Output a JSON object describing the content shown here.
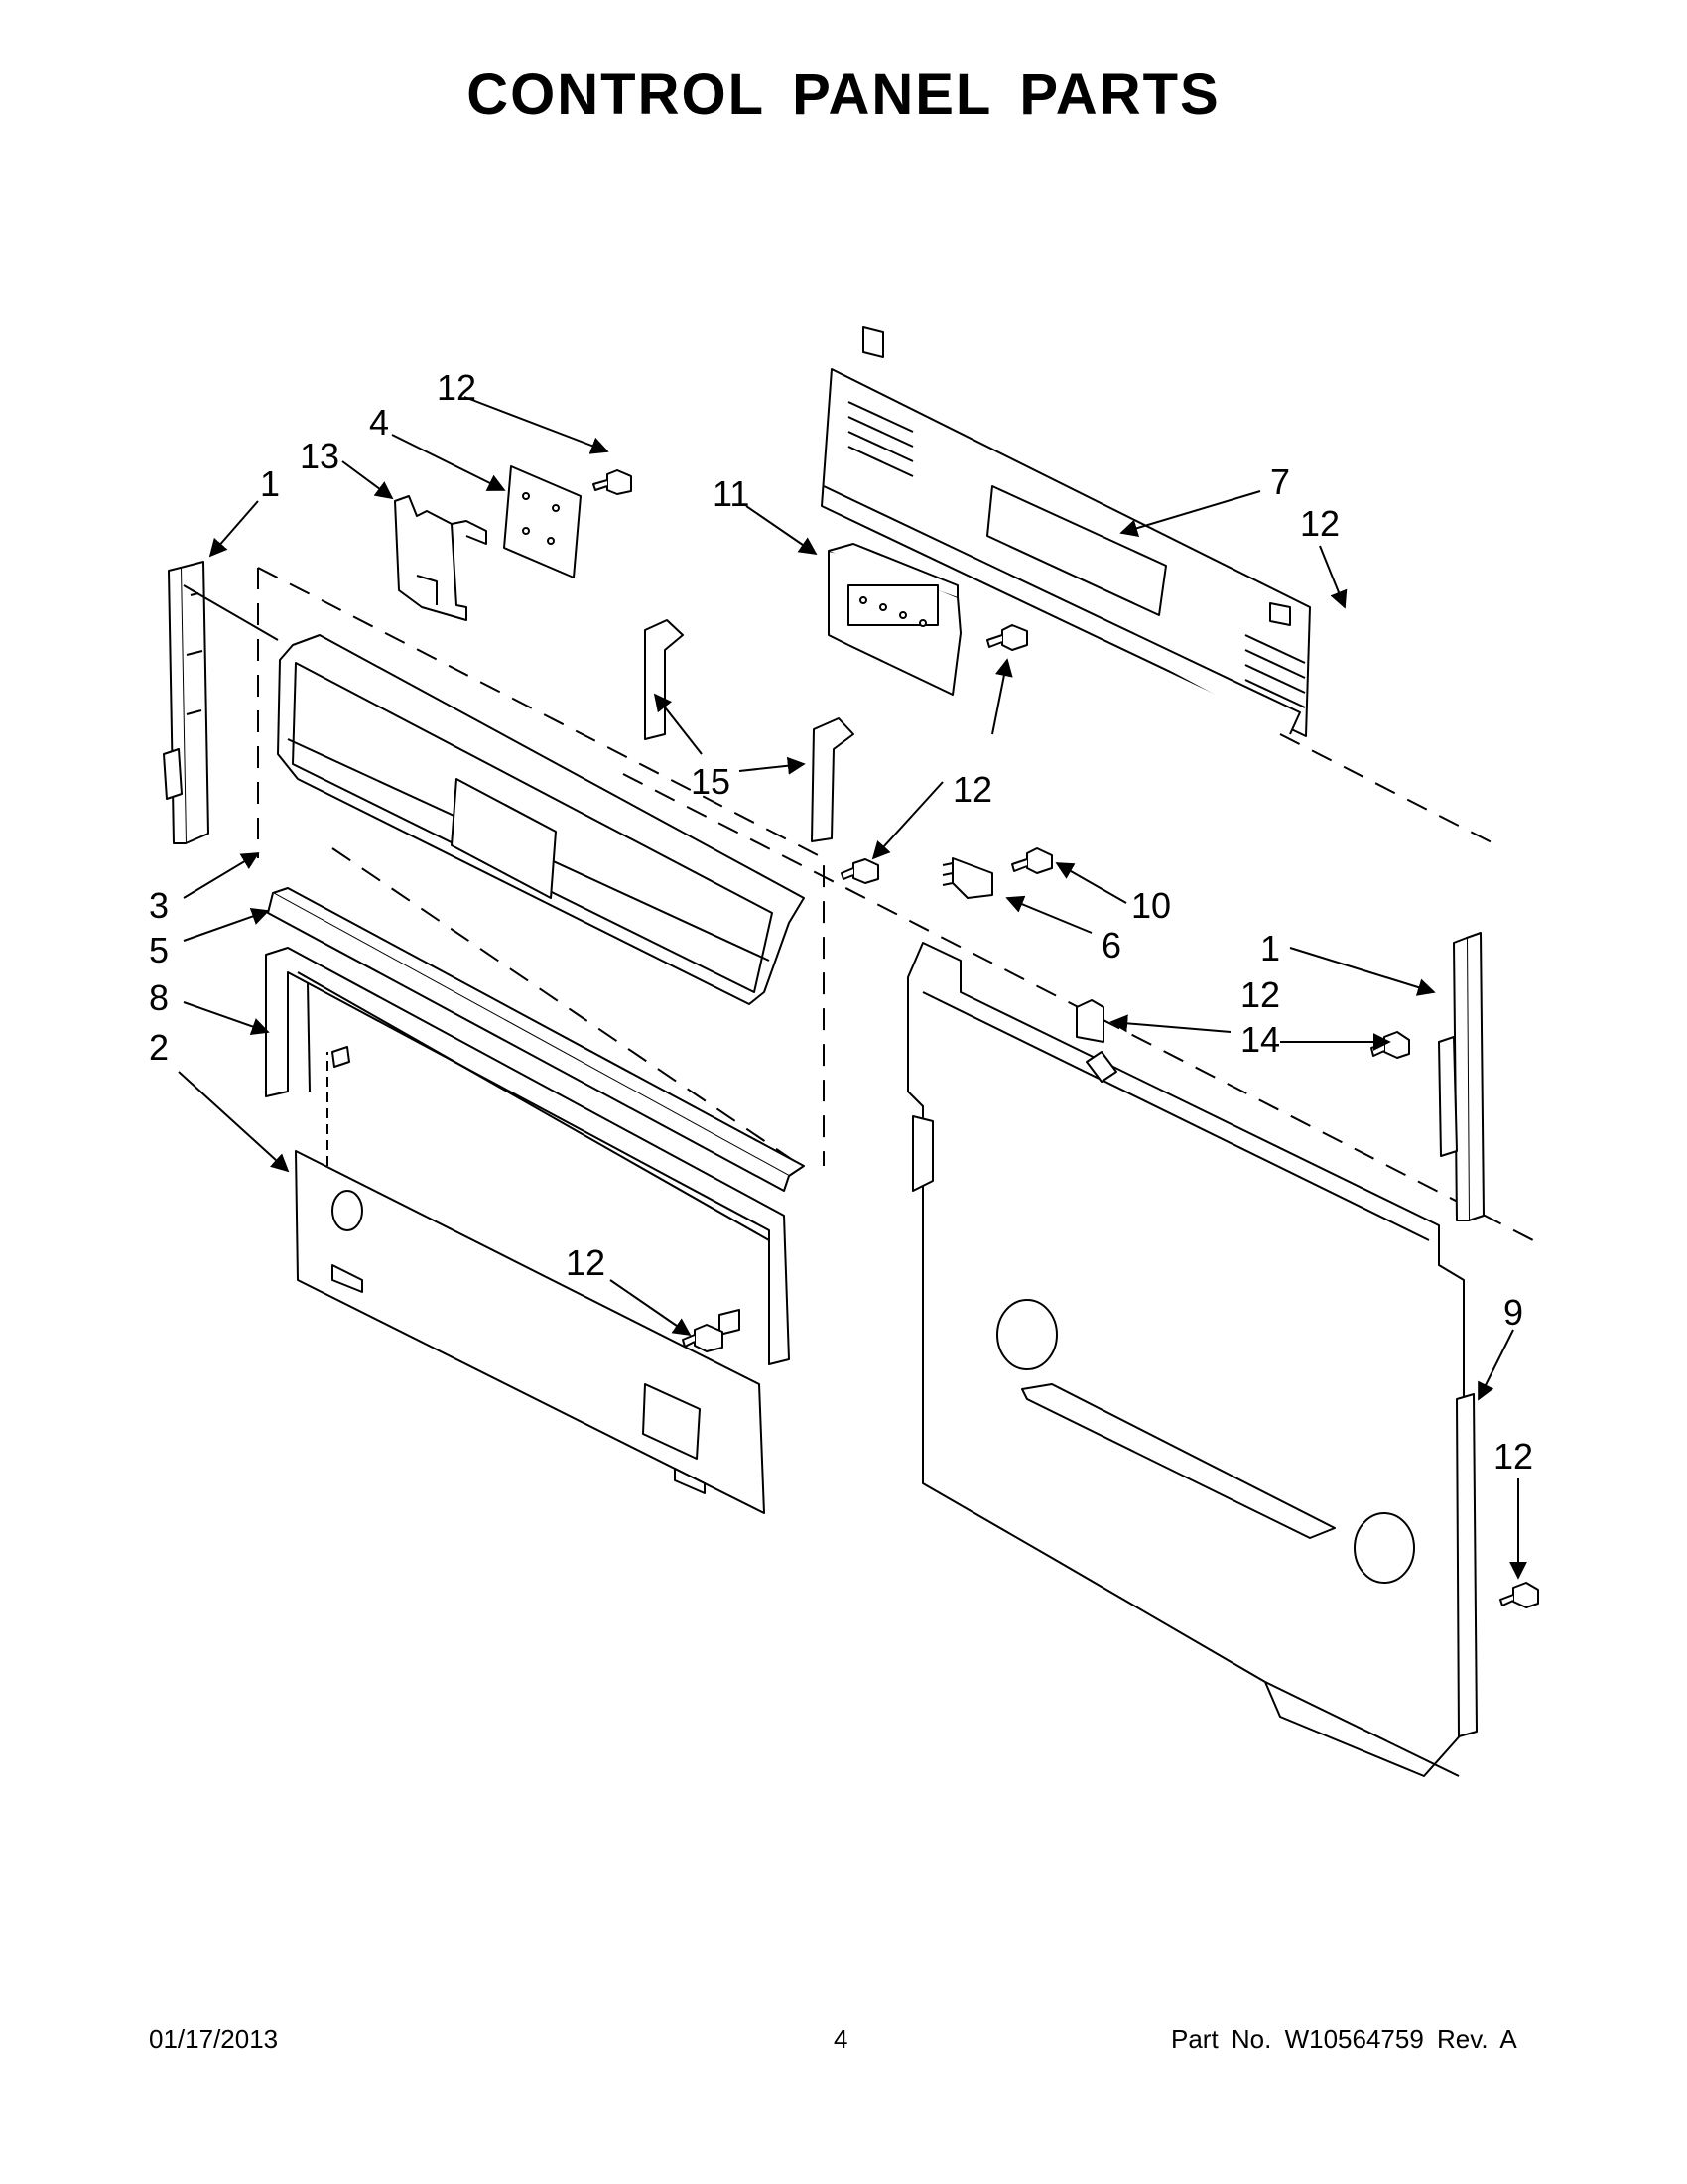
{
  "page": {
    "title": "CONTROL PANEL PARTS"
  },
  "callouts": [
    {
      "id": "c1a",
      "label": "12"
    },
    {
      "id": "c4",
      "label": "4"
    },
    {
      "id": "c13",
      "label": "13"
    },
    {
      "id": "c1b",
      "label": "1"
    },
    {
      "id": "c11",
      "label": "11"
    },
    {
      "id": "c7",
      "label": "7"
    },
    {
      "id": "c12b",
      "label": "12"
    },
    {
      "id": "c15",
      "label": "15"
    },
    {
      "id": "c12c",
      "label": "12"
    },
    {
      "id": "c3",
      "label": "3"
    },
    {
      "id": "c5",
      "label": "5"
    },
    {
      "id": "c8",
      "label": "8"
    },
    {
      "id": "c2",
      "label": "2"
    },
    {
      "id": "c10",
      "label": "10"
    },
    {
      "id": "c6",
      "label": "6"
    },
    {
      "id": "c1c",
      "label": "1"
    },
    {
      "id": "c12d",
      "label": "12"
    },
    {
      "id": "c14",
      "label": "14"
    },
    {
      "id": "c12e",
      "label": "12"
    },
    {
      "id": "c9",
      "label": "9"
    },
    {
      "id": "c12f",
      "label": "12"
    }
  ],
  "footer": {
    "date": "01/17/2013",
    "page_number": "4",
    "part_number": "Part No.  W10564759  Rev.  A"
  }
}
